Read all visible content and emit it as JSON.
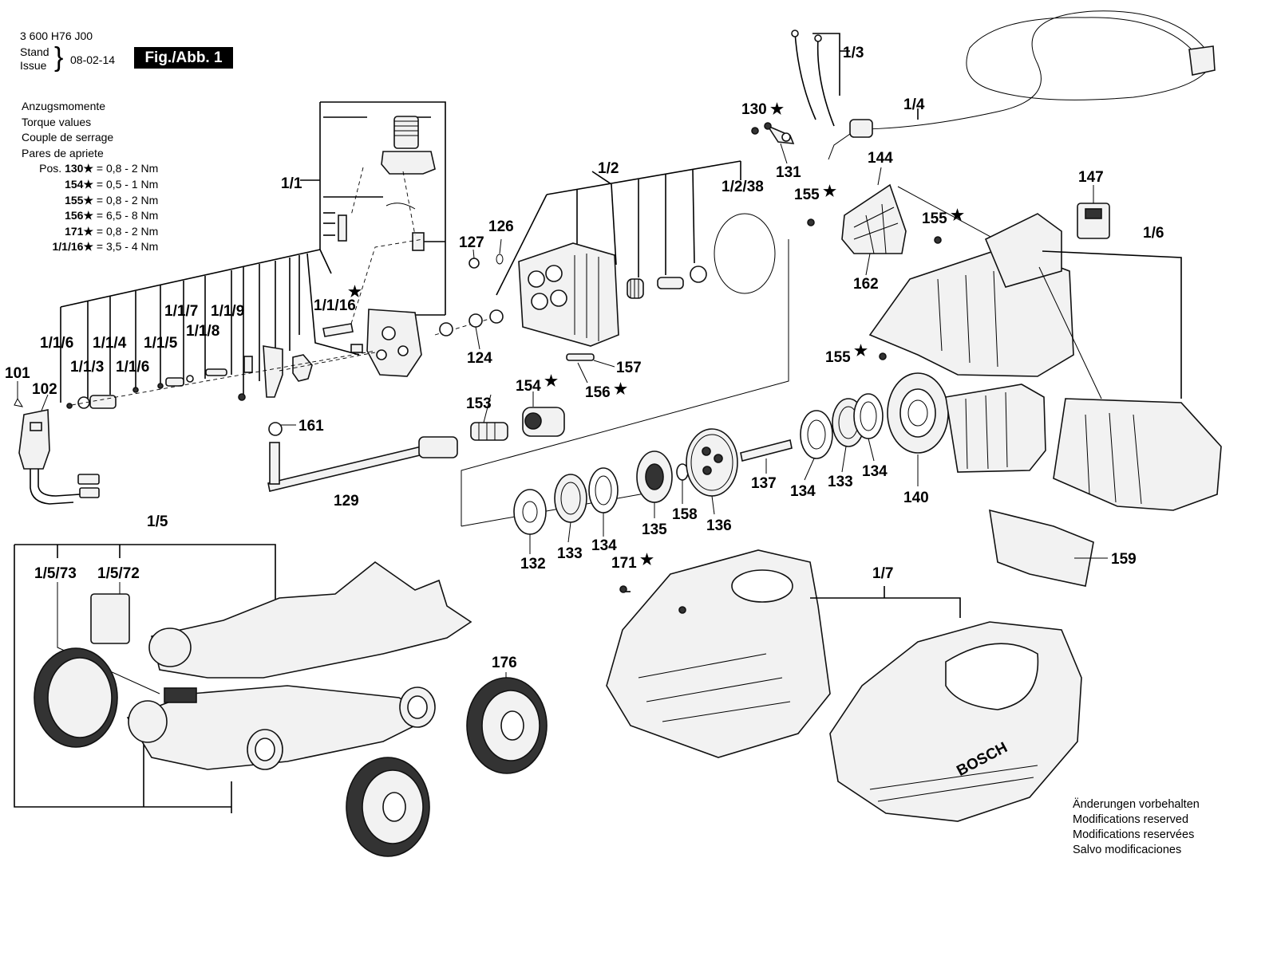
{
  "header": {
    "doc_number": "3 600 H76 J00",
    "stand": "Stand",
    "issue": "Issue",
    "date": "08-02-14",
    "figure": "Fig./Abb. 1"
  },
  "torque": {
    "titles": [
      "Anzugsmomente",
      "Torque values",
      "Couple de serrage",
      "Pares de apriete"
    ],
    "prefix": "Pos.",
    "rows": [
      {
        "pos": "130",
        "value": "= 0,8 - 2 Nm"
      },
      {
        "pos": "154",
        "value": "= 0,5 - 1 Nm"
      },
      {
        "pos": "155",
        "value": "= 0,8 - 2 Nm"
      },
      {
        "pos": "156",
        "value": "= 6,5 - 8 Nm"
      },
      {
        "pos": "171",
        "value": "= 0,8 - 2 Nm"
      },
      {
        "pos": "1/1/16",
        "value": "= 3,5 - 4 Nm"
      }
    ]
  },
  "footer": {
    "lines": [
      "Änderungen vorbehalten",
      "Modifications reserved",
      "Modifications reservées",
      "Salvo modificaciones"
    ]
  },
  "brand_mark": "BOSCH",
  "callouts": {
    "l_1_1": "1/1",
    "l_1_2": "1/2",
    "l_1_2_38": "1/2/38",
    "l_1_3": "1/3",
    "l_1_4": "1/4",
    "l_1_5": "1/5",
    "l_1_5_72": "1/5/72",
    "l_1_5_73": "1/5/73",
    "l_1_6": "1/6",
    "l_1_7": "1/7",
    "l_1_1_3": "1/1/3",
    "l_1_1_4": "1/1/4",
    "l_1_1_5": "1/1/5",
    "l_1_1_6a": "1/1/6",
    "l_1_1_6b": "1/1/6",
    "l_1_1_7": "1/1/7",
    "l_1_1_8": "1/1/8",
    "l_1_1_9": "1/1/9",
    "l_1_1_16": "1/1/16",
    "l_101": "101",
    "l_102": "102",
    "l_124": "124",
    "l_126": "126",
    "l_127": "127",
    "l_129": "129",
    "l_130": "130",
    "l_131": "131",
    "l_132": "132",
    "l_133a": "133",
    "l_133b": "133",
    "l_134a": "134",
    "l_134b": "134",
    "l_134c": "134",
    "l_135": "135",
    "l_136": "136",
    "l_137": "137",
    "l_140": "140",
    "l_144": "144",
    "l_147": "147",
    "l_153": "153",
    "l_154": "154",
    "l_155a": "155",
    "l_155b": "155",
    "l_155c": "155",
    "l_156": "156",
    "l_157": "157",
    "l_158": "158",
    "l_159": "159",
    "l_161": "161",
    "l_162": "162",
    "l_171": "171",
    "l_176": "176"
  }
}
